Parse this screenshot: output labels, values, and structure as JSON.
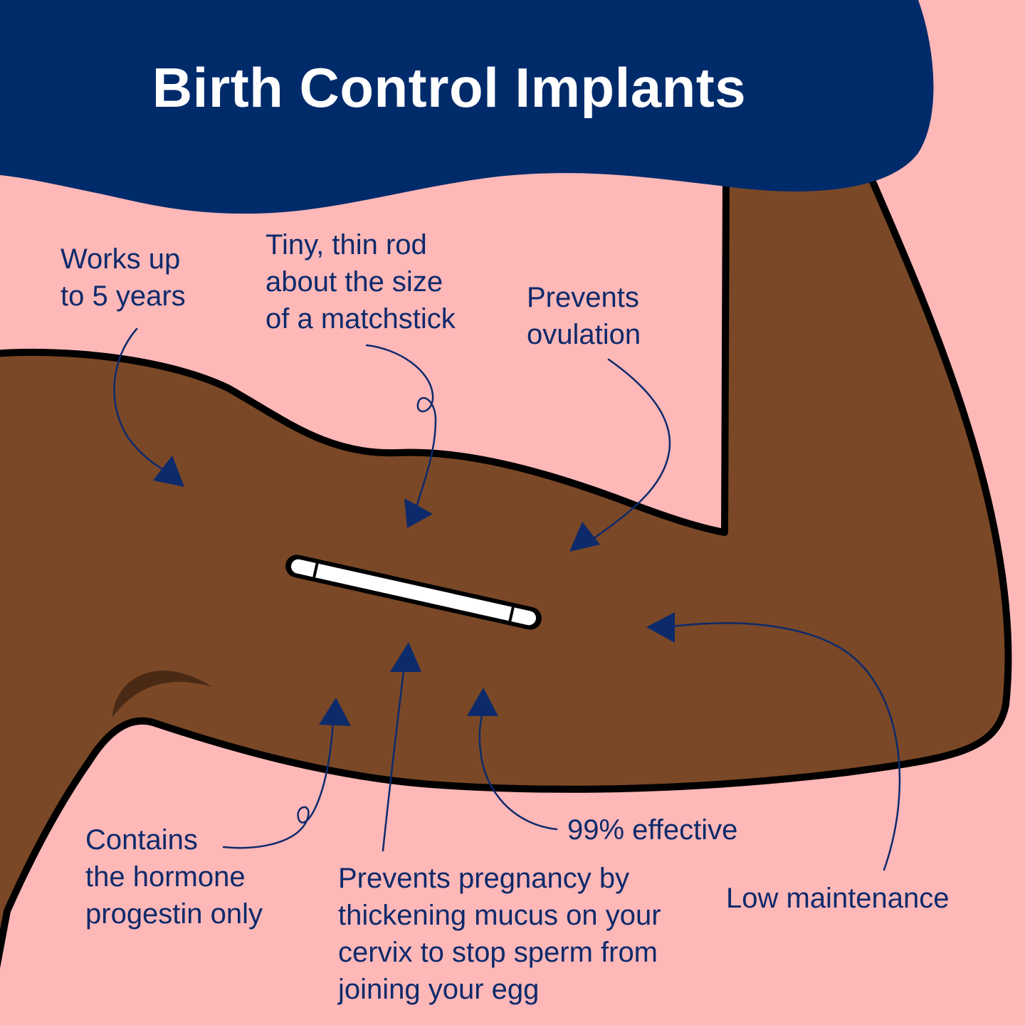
{
  "title": "Birth Control Implants",
  "colors": {
    "background": "#ffb8b8",
    "banner": "#002b6b",
    "skin": "#7a4826",
    "skin_shadow": "#4a2a15",
    "outline": "#000000",
    "text": "#0d2a6b",
    "title_text": "#ffffff",
    "implant": "#ffffff"
  },
  "annotations": {
    "duration": "Works up\nto 5 years",
    "size": "Tiny, thin rod\nabout the size\nof a matchstick",
    "ovulation": "Prevents\novulation",
    "hormone": "Contains\nthe hormone\nprogestin only",
    "mucus": "Prevents pregnancy by\nthickening mucus on your\ncervix to stop sperm from\njoining your egg",
    "effectiveness": "99% effective",
    "maintenance": "Low maintenance"
  }
}
